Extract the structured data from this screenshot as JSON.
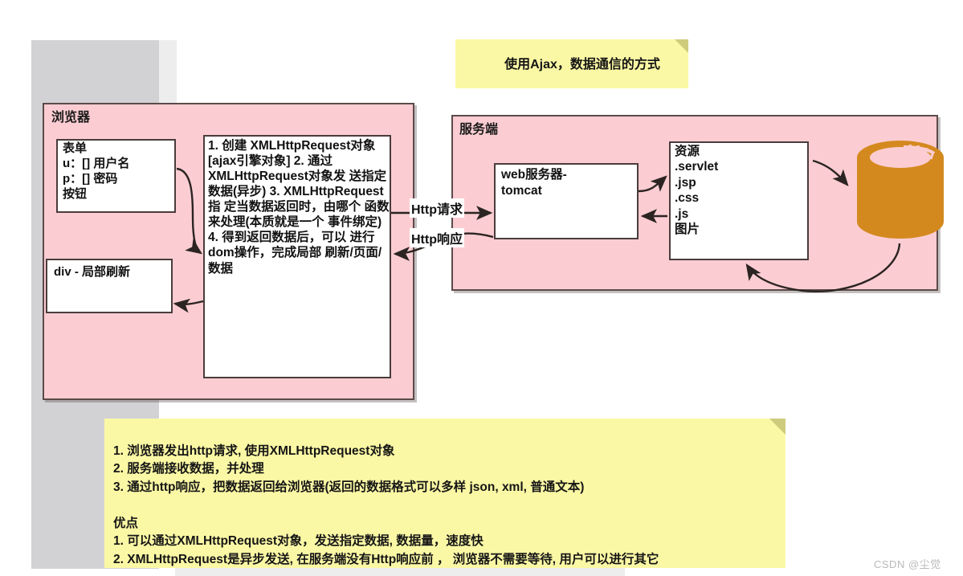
{
  "diagram": {
    "title_note": {
      "text": "使用Ajax，数据通信的方式"
    },
    "browser": {
      "title": "浏览器",
      "form_box": {
        "lines": "表单\nu：[] 用户名\np：[] 密码\n按钮"
      },
      "div_box": {
        "label": "div - 局部刷新"
      },
      "steps_box": {
        "text": "1. 创建\nXMLHttpRequest对象\n[ajax引擎对象]\n2. 通过\nXMLHttpRequest对象发\n送指定数据(异步)\n3. XMLHttpRequest指\n定当数据返回时，由哪个\n函数来处理(本质就是一个\n事件绑定)\n4. 得到返回数据后，可以\n进行dom操作，完成局部\n刷新/页面/数据"
      }
    },
    "server": {
      "title": "服务端",
      "web_server_box": {
        "lines": "web服务器-\ntomcat"
      },
      "resource_box": {
        "lines": "资源\n.servlet\n.jsp\n.css\n.js\n图片"
      },
      "database": {
        "name": "database-cylinder",
        "color": "#d4891f"
      }
    },
    "arrows": {
      "http_request_label": "Http请求",
      "http_response_label": "Http响应"
    },
    "bottom_note": {
      "lines": "1. 浏览器发出http请求, 使用XMLHttpRequest对象\n2. 服务端接收数据，并处理\n3. 通过http响应，把数据返回给浏览器(返回的数据格式可以多样 json, xml, 普通文本)\n\n优点\n1. 可以通过XMLHttpRequest对象，发送指定数据, 数据量，速度快\n2. XMLHttpRequest是异步发送, 在服务端没有Http响应前 ， 浏览器不需要等待, 用户可以进行其它"
    },
    "watermark": "CSDN @尘觉",
    "colors": {
      "pink": "#fbcdd2",
      "note_yellow": "#fbf8a5",
      "border": "#5b4a49",
      "database": "#d4891f",
      "gray_slab": "#d2d2d5"
    }
  }
}
